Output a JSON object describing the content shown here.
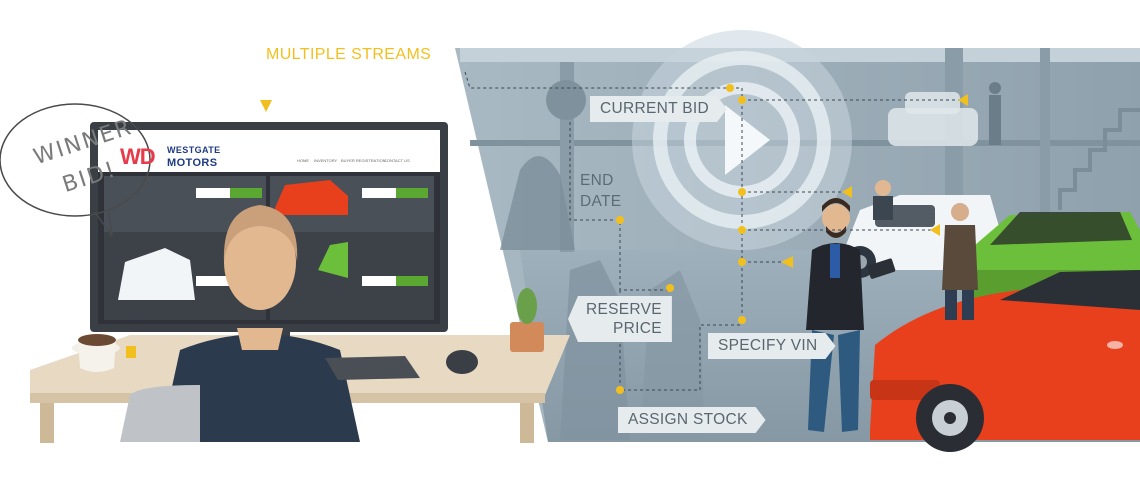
{
  "callouts": {
    "multiple_streams": "MULTIPLE STREAMS",
    "current_bid": "CURRENT BID",
    "end_date_line1": "END",
    "end_date_line2": "DATE",
    "reserve_price_line1": "RESERVE",
    "reserve_price_line2": "PRICE",
    "specify_vin": "SPECIFY VIN",
    "assign_stock": "ASSIGN STOCK"
  },
  "handwriting": {
    "line1": "WINNER",
    "line2": "BID!"
  },
  "monitor_site": {
    "logo_mark": "WD",
    "brand_line1": "WESTGATE",
    "brand_line2": "MOTORS",
    "nav": [
      "HOME",
      "INVENTORY",
      "BUYER REGISTRATION",
      "CONTACT US"
    ]
  },
  "colors": {
    "accent_yellow": "#f2c01e",
    "brand_blue": "#1f3b82",
    "brand_red": "#e63b4a",
    "bid_green": "#5aa832",
    "car_red": "#e8401c"
  }
}
